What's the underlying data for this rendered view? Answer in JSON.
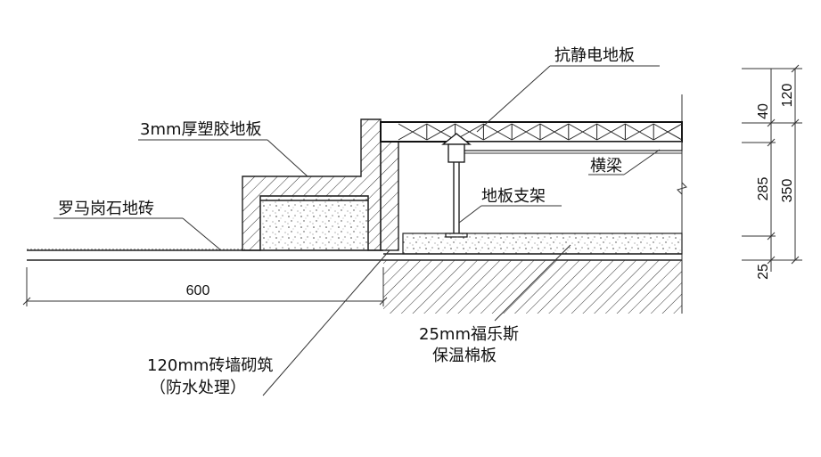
{
  "labels": {
    "antistatic_floor": "抗静电地板",
    "pvc_floor": "3mm厚塑胶地板",
    "roman_tile": "罗马岗石地砖",
    "crossbeam": "横梁",
    "floor_support": "地板支架",
    "insulation_line1": "25mm福乐斯",
    "insulation_line2": "保温棉板",
    "brick_wall_line1": "120mm砖墙砌筑",
    "brick_wall_line2": "（防水处理）"
  },
  "dimensions": {
    "width_600": "600",
    "d120": "120",
    "d40": "40",
    "d285": "285",
    "d350": "350",
    "d25": "25"
  }
}
